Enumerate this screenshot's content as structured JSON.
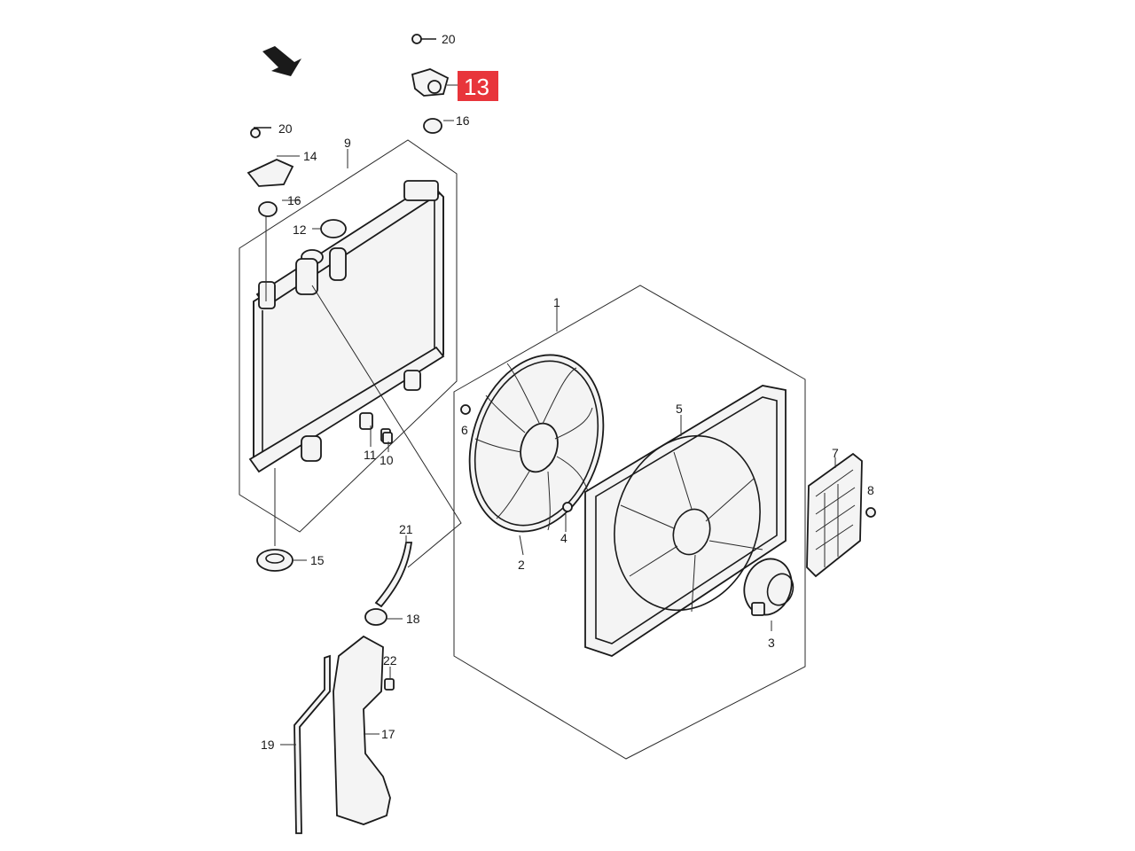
{
  "colors": {
    "highlight": "#e8353b",
    "ink": "#1a1a1a"
  },
  "icons": {
    "direction": "direction-arrow-icon"
  },
  "labels": {
    "l1": "1",
    "l2": "2",
    "l3": "3",
    "l4": "4",
    "l5": "5",
    "l6": "6",
    "l7": "7",
    "l8": "8",
    "l9": "9",
    "l10": "10",
    "l11": "11",
    "l12": "12",
    "l13": "13",
    "l14": "14",
    "l15": "15",
    "l16a": "16",
    "l16b": "16",
    "l17": "17",
    "l18": "18",
    "l19": "19",
    "l20a": "20",
    "l20b": "20",
    "l21": "21",
    "l22": "22"
  }
}
